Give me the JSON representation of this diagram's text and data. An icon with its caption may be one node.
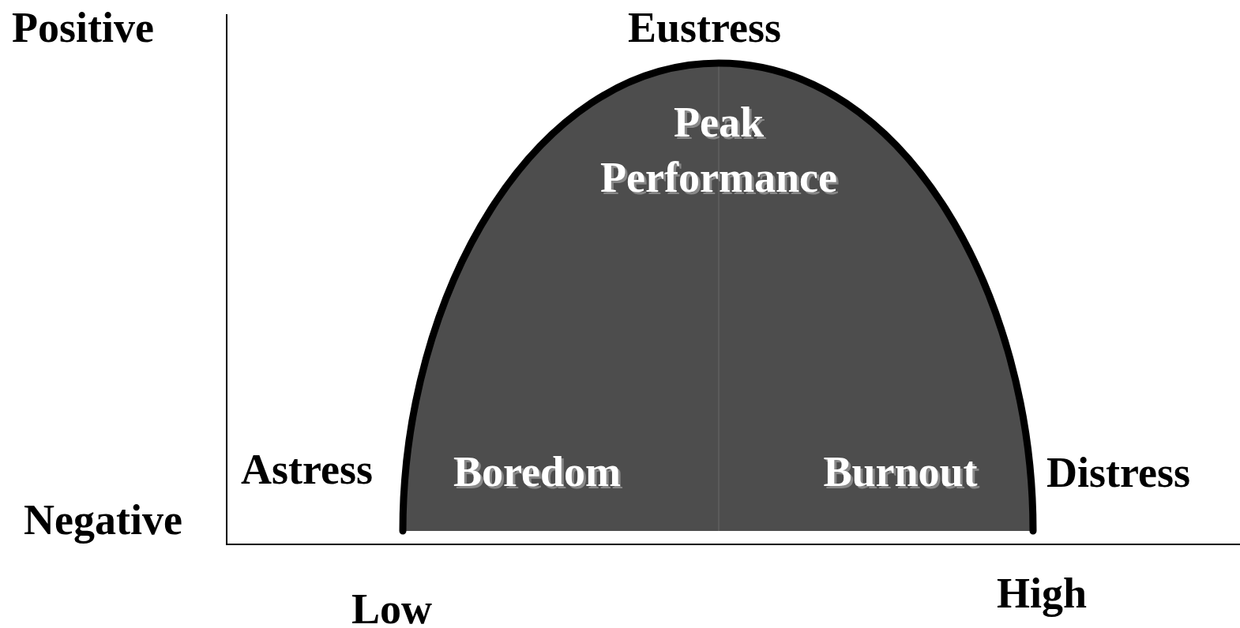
{
  "diagram": {
    "nodes": [
      {
        "text": [
          "Peak Performance",
          "Boredom",
          "Burnout"
        ]
      }
    ],
    "labels": [
      "Positive",
      "Eustress",
      "Astress",
      "Negative",
      "Distress",
      "Low",
      "High"
    ]
  }
}
